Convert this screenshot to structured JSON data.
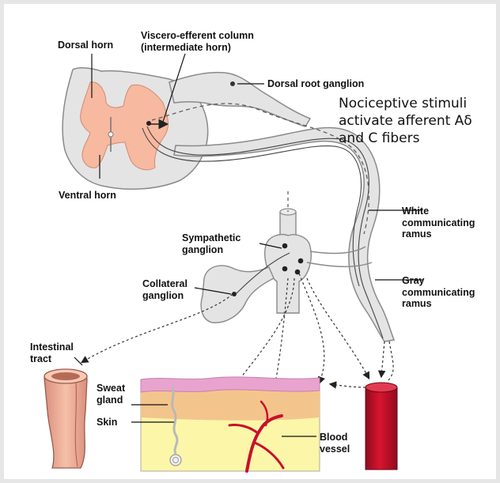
{
  "labels": {
    "dorsal_horn": "Dorsal horn",
    "viscero_line1": "Viscero-efferent column",
    "viscero_line2": "(intermediate horn)",
    "dorsal_root_ganglion": "Dorsal root ganglion",
    "nociceptive_line1": "Nociceptive stimuli",
    "nociceptive_line2": "activate afferent Aδ",
    "nociceptive_line3": "and C fibers",
    "ventral_horn": "Ventral horn",
    "white_line1": "White",
    "white_line2": "communicating",
    "white_line3": "ramus",
    "sympathetic_line1": "Sympathetic",
    "sympathetic_line2": "ganglion",
    "collateral_line1": "Collateral",
    "collateral_line2": "ganglion",
    "gray_line1": "Gray",
    "gray_line2": "communicating",
    "gray_line3": "ramus",
    "intestinal_line1": "Intestinal",
    "intestinal_line2": "tract",
    "sweat_line1": "Sweat",
    "sweat_line2": "gland",
    "skin": "Skin",
    "blood_line1": "Blood",
    "blood_line2": "vessel"
  },
  "colors": {
    "tissue": "#e4e4e4",
    "outline": "#8a8a8a",
    "gray_matter": "#f7b9a0",
    "skin_top": "#e8a4cf",
    "dermis": "#f3c58c",
    "subcutis": "#fbf6a8",
    "vessel": "#c8102e",
    "intestine": "#f4b79c"
  }
}
